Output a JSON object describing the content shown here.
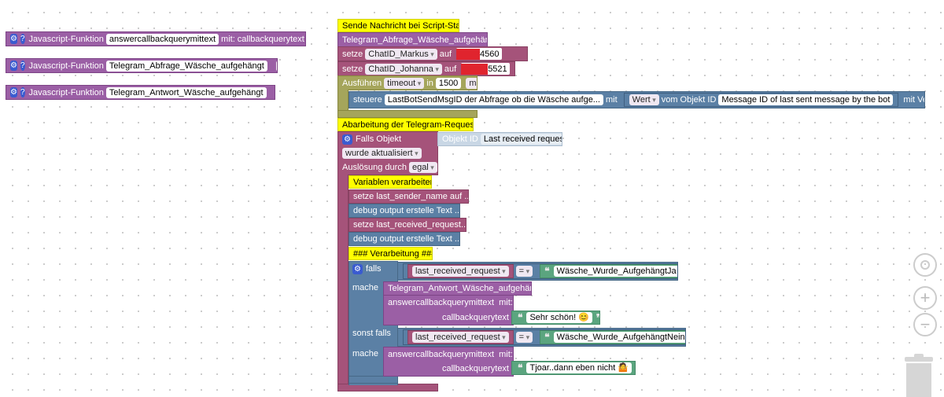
{
  "left_functions": [
    {
      "prefix": "Javascript-Funktion",
      "name": "answercallbackquerymittext",
      "suffix": "mit: callbackquerytext",
      "ellipsis": "..."
    },
    {
      "prefix": "Javascript-Funktion",
      "name": "Telegram_Abfrage_Wäsche_aufgehängt",
      "ellipsis": "..."
    },
    {
      "prefix": "Javascript-Funktion",
      "name": "Telegram_Antwort_Wäsche_aufgehängt",
      "ellipsis": "..."
    }
  ],
  "start_script": {
    "comment": "Sende Nachricht bei Script-Start",
    "call": "Telegram_Abfrage_Wäsche_aufgehängt",
    "set1_label": "setze",
    "set1_var": "ChatID_Markus",
    "set1_to": "auf",
    "set1_value_tail": "4560",
    "set2_label": "setze",
    "set2_var": "ChatID_Johanna",
    "set2_to": "auf",
    "set2_value_tail": "5521",
    "run_label": "Ausführen",
    "timeout_select": "timeout",
    "in_label": "in",
    "timeout_value": "1500",
    "unit_select": "ms",
    "control_label": "steuere",
    "control_target": "LastBotSendMsgID der Abfrage ob die Wäsche aufge...",
    "control_with": "mit",
    "control_value_select": "Wert",
    "control_from": "vom Objekt ID",
    "control_object": "Message ID of last sent message by the bot",
    "control_delay": "mit Verzögerung"
  },
  "requests": {
    "comment": "Abarbeitung der Telegram-Requests",
    "trigger_label": "Falls Objekt",
    "object_id_label": "Objekt ID",
    "object_id_value": "Last received request",
    "updated_select": "wurde aktualisiert",
    "trigger_by_label": "Auslösung durch",
    "trigger_by_select": "egal",
    "vars_comment": "Variablen verarbeiten",
    "stmt1": "setze last_sender_name auf ...",
    "stmt2": "debug output erstelle Text ...",
    "stmt3": "setze last_received_request...",
    "stmt4": "debug output erstelle Text ...",
    "proc_comment": "### Verarbeitung ###",
    "if_label": "falls",
    "if_var": "last_received_request",
    "if_op": "=",
    "if_value": "Wäsche_Wurde_AufgehängtJa",
    "do_label": "mache",
    "do_call": "Telegram_Antwort_Wäsche_aufgehängt",
    "do_answer": "answercallbackquerymittext",
    "do_answer_with": "mit:",
    "do_param": "callbackquerytext",
    "do_text": "Sehr schön! 😊",
    "elseif_label": "sonst falls",
    "elseif_var": "last_received_request",
    "elseif_op": "=",
    "elseif_value": "Wäsche_Wurde_AufgehängtNein",
    "do2_label": "mache",
    "do2_answer": "answercallbackquerymittext",
    "do2_answer_with": "mit:",
    "do2_param": "callbackquerytext",
    "do2_text": "Tjoar..dann eben nicht 🤷"
  },
  "icons": {
    "gear": "⚙",
    "help": "?",
    "open_quote": "❝",
    "close_quote": "❞"
  }
}
